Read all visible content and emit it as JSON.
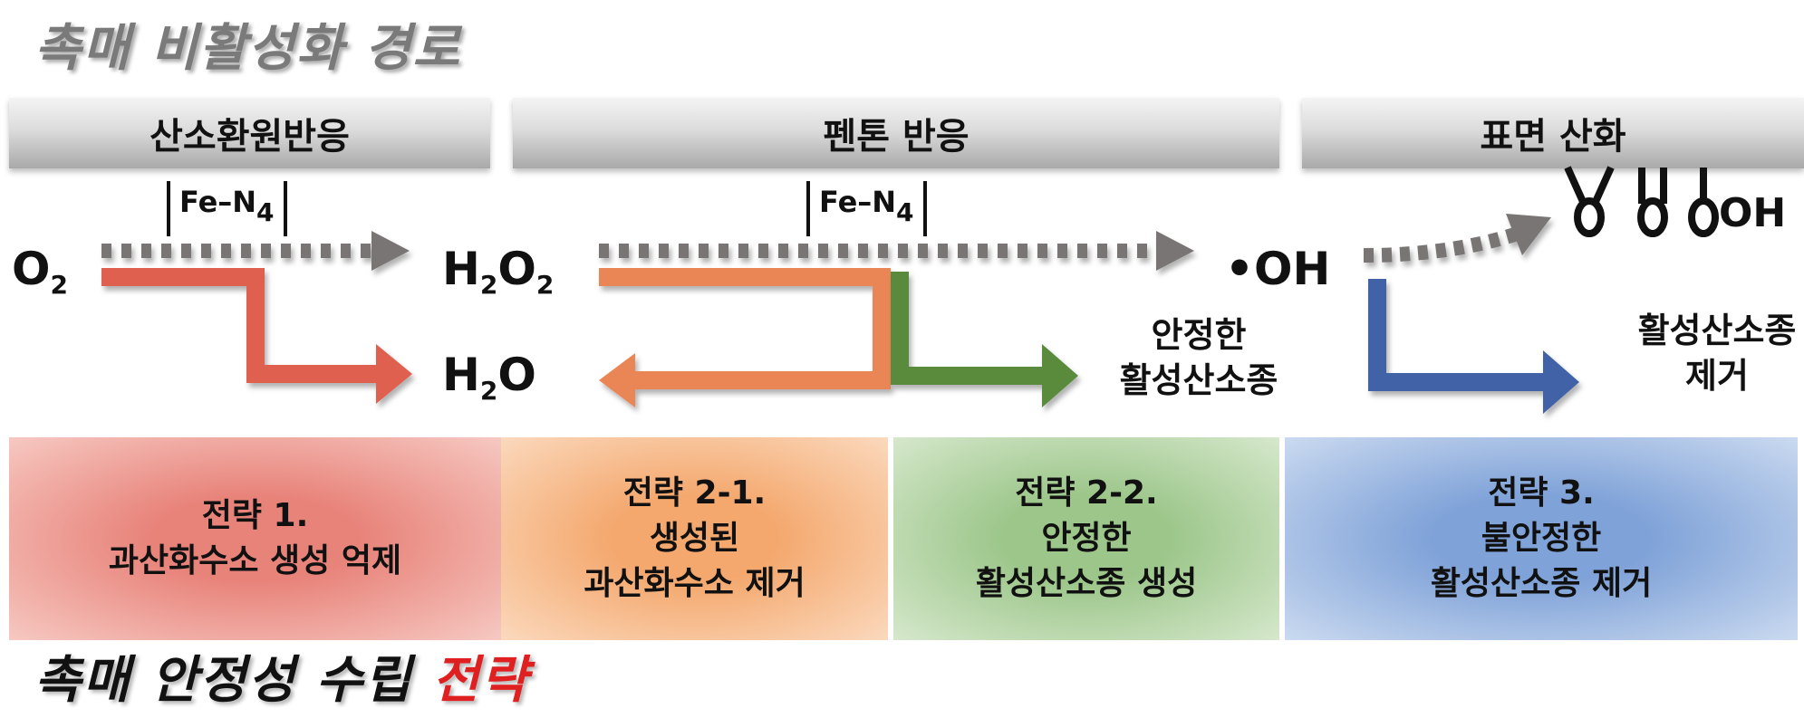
{
  "title_top": "촉매 비활성화 경로",
  "headers": [
    "산소환원반응",
    "펜톤 반응",
    "표면 산화"
  ],
  "catalyst": {
    "main": "Fe–N",
    "sub": "4"
  },
  "species": {
    "o2": {
      "main": "O",
      "sub": "2"
    },
    "h2o2": {
      "a": "H",
      "s1": "2",
      "b": "O",
      "s2": "2"
    },
    "h2o": {
      "a": "H",
      "s1": "2",
      "b": "O"
    },
    "oh": "•OH",
    "surface_oh": "OH",
    "stable_ros": [
      "안정한",
      "활성산소종"
    ],
    "ros_removal": [
      "활성산소종",
      "제거"
    ]
  },
  "strategies": [
    {
      "lines": [
        "전략 1.",
        "과산화수소 생성 억제"
      ],
      "color": "#e8837a"
    },
    {
      "lines": [
        "전략 2-1.",
        "생성된",
        "과산화수소 제거"
      ],
      "color": "#f4b07c"
    },
    {
      "lines": [
        "전략 2-2.",
        "안정한",
        "활성산소종 생성"
      ],
      "color": "#9cc68a"
    },
    {
      "lines": [
        "전략 3.",
        "불안정한",
        "활성산소종 제거"
      ],
      "color": "#7fa2d8"
    }
  ],
  "title_bottom": {
    "main": "촉매 안정성 수립 ",
    "highlight": "전략"
  },
  "colors": {
    "red": "#e0604f",
    "orange": "#ea8655",
    "green": "#5a8a3a",
    "blue": "#4262a8",
    "gray": "#7a7474"
  }
}
